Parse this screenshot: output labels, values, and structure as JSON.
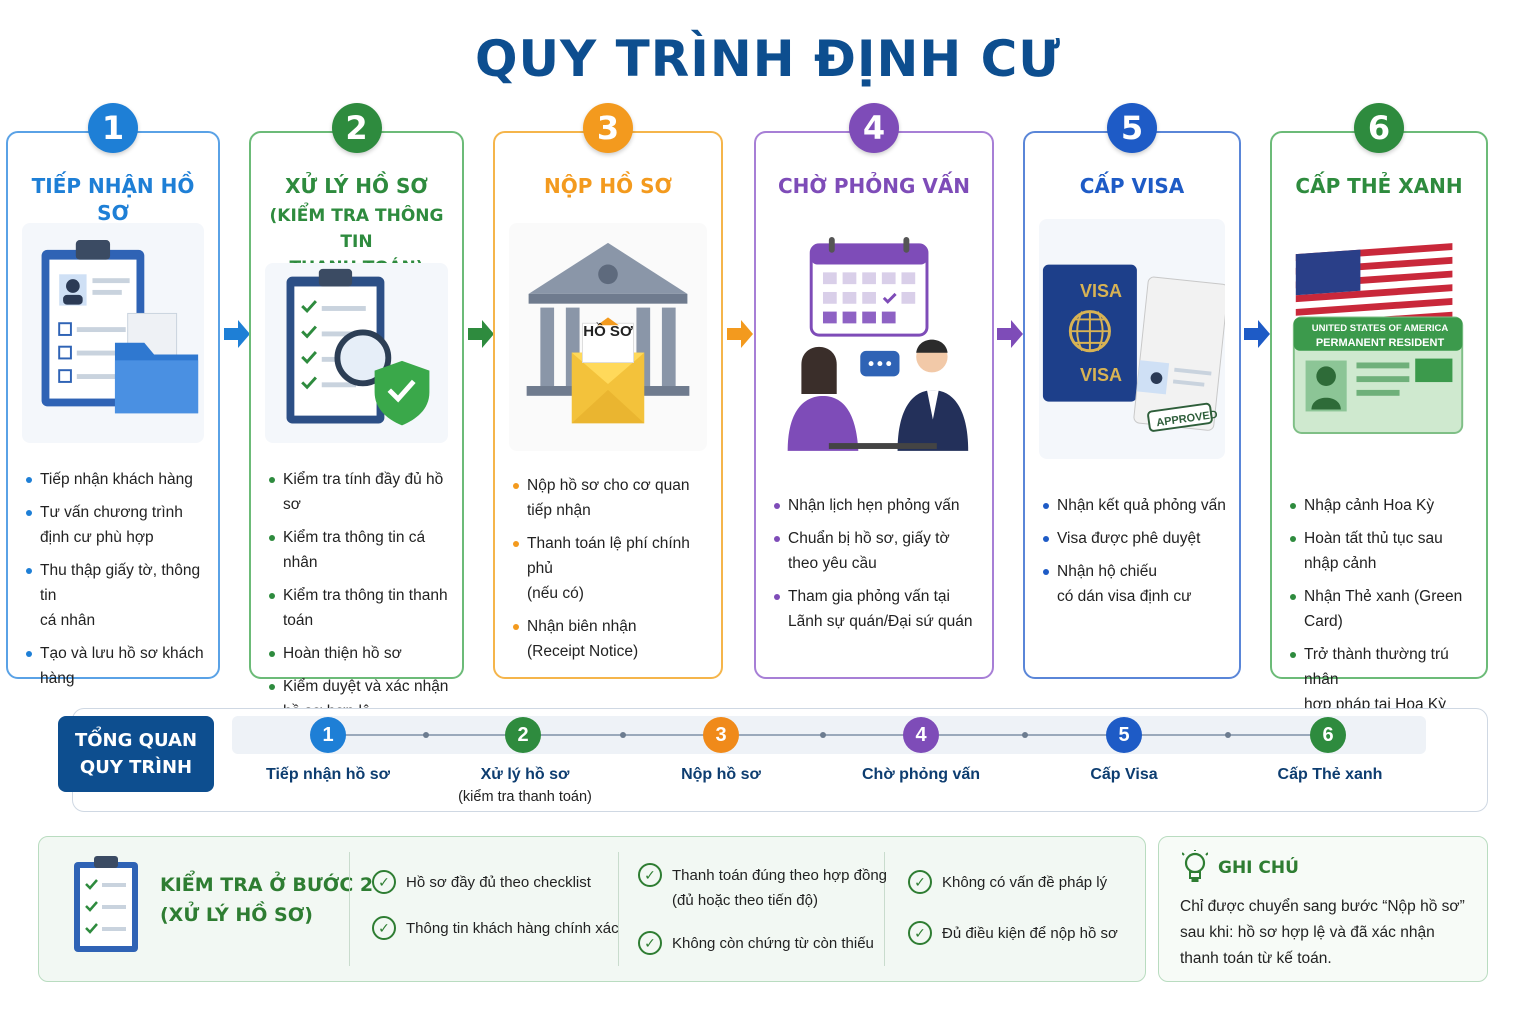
{
  "title": "QUY TRÌNH ĐỊNH CƯ",
  "steps": [
    {
      "number": "1",
      "title": "TIẾP NHẬN HỒ SƠ",
      "subtitle": "",
      "color": "#1e7fd6",
      "bullets": [
        "Tiếp nhận khách hàng",
        "Tư vấn chương trình",
        "định cư phù hợp",
        "Thu thập giấy tờ, thông tin",
        "cá nhân",
        "Tạo và lưu hồ sơ khách hàng"
      ]
    },
    {
      "number": "2",
      "title": "XỬ LÝ HỒ SƠ",
      "subtitle": "(KIỂM TRA THÔNG TIN",
      "subtitle2": "THANH TOÁN)",
      "color": "#2e8b3e",
      "bullets": [
        "Kiểm tra tính đầy đủ hồ sơ",
        "Kiểm tra thông tin cá nhân",
        "Kiểm tra thông tin thanh toán",
        "Hoàn thiện hồ sơ",
        "Kiểm duyệt và xác nhận",
        "hồ sơ hợp lệ"
      ]
    },
    {
      "number": "3",
      "title": "NỘP HỒ SƠ",
      "subtitle": "",
      "color": "#f39a1e",
      "envelope_label": "HỒ SƠ",
      "bullets": [
        "Nộp hồ sơ cho cơ quan",
        "tiếp nhận",
        "Thanh toán lệ phí chính phủ",
        "(nếu có)",
        "Nhận biên nhận",
        "(Receipt Notice)"
      ]
    },
    {
      "number": "4",
      "title": "CHỜ PHỎNG VẤN",
      "subtitle": "",
      "color": "#7e4cb8",
      "bullets": [
        "Nhận lịch hẹn phỏng vấn",
        "Chuẩn bị hồ sơ, giấy tờ",
        "theo yêu cầu",
        "Tham gia phỏng vấn tại",
        "Lãnh sự quán/Đại sứ quán"
      ]
    },
    {
      "number": "5",
      "title": "CẤP VISA",
      "subtitle": "",
      "color": "#1e5bc6",
      "visa_label_top": "VISA",
      "visa_label_bottom": "VISA",
      "approved_label": "APPROVED",
      "bullets": [
        "Nhận kết quả phỏng vấn",
        "Visa được phê duyệt",
        "Nhận hộ chiếu",
        "có dán visa định cư"
      ]
    },
    {
      "number": "6",
      "title": "CẤP THẺ XANH",
      "subtitle": "",
      "color": "#2e8b3e",
      "card_line1": "UNITED STATES OF AMERICA",
      "card_line2": "PERMANENT RESIDENT",
      "bullets": [
        "Nhập cảnh Hoa Kỳ",
        "Hoàn tất thủ tục sau nhập cảnh",
        "Nhận Thẻ xanh (Green Card)",
        "Trở thành thường trú nhân",
        "hợp pháp tại Hoa Kỳ"
      ]
    }
  ],
  "overview": {
    "label_line1": "TỔNG QUAN",
    "label_line2": "QUY TRÌNH",
    "items": [
      {
        "number": "1",
        "text": "Tiếp nhận hồ sơ",
        "sub": "",
        "color": "#1e7fd6"
      },
      {
        "number": "2",
        "text": "Xử lý hồ sơ",
        "sub": "(kiểm tra thanh toán)",
        "color": "#2e8b3e"
      },
      {
        "number": "3",
        "text": "Nộp hồ sơ",
        "sub": "",
        "color": "#f08a1a"
      },
      {
        "number": "4",
        "text": "Chờ phỏng vấn",
        "sub": "",
        "color": "#7e4cb8"
      },
      {
        "number": "5",
        "text": "Cấp Visa",
        "sub": "",
        "color": "#1e5bc6"
      },
      {
        "number": "6",
        "text": "Cấp Thẻ xanh",
        "sub": "",
        "color": "#2e8b3e"
      }
    ]
  },
  "check_panel": {
    "title_line1": "KIỂM TRA Ở BƯỚC 2",
    "title_line2": "(XỬ LÝ HỒ SƠ)",
    "checks": [
      "Hồ sơ đầy đủ theo checklist",
      "Thông tin khách hàng chính xác",
      "Thanh toán đúng theo hợp đồng",
      "(đủ hoặc theo tiến độ)",
      "Không còn chứng từ còn thiếu",
      "Không có vấn đề pháp lý",
      "Đủ điều kiện để nộp hồ sơ"
    ]
  },
  "note": {
    "title": "GHI CHÚ",
    "line1": "Chỉ được chuyển sang bước “Nộp hồ sơ”",
    "line2": "sau khi: hồ sơ hợp lệ và đã xác nhận",
    "line3": "thanh toán từ kế toán."
  }
}
